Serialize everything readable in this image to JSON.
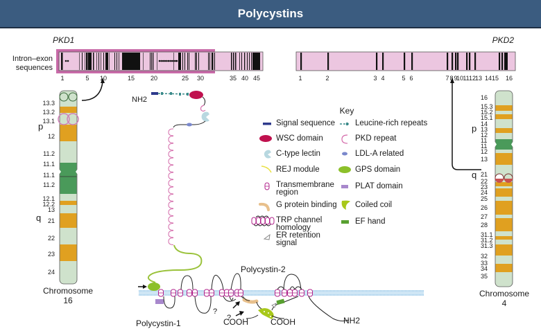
{
  "title": "Polycystins",
  "pkd1": {
    "gene_label": "PKD1",
    "row_label_line1": "Intron–exon",
    "row_label_line2": "sequences",
    "exon_ticks": [
      "1",
      "5",
      "10",
      "15",
      "20",
      "25",
      "30",
      "35",
      "40",
      "45"
    ]
  },
  "pkd2": {
    "gene_label": "PKD2",
    "exon_ticks": [
      "1",
      "2",
      "3",
      "4",
      "5",
      "6",
      "7",
      "8",
      "9",
      "10",
      "11",
      "12",
      "13",
      "14",
      "15",
      "16"
    ]
  },
  "chromosome16": {
    "label_line1": "Chromosome",
    "label_line2": "16",
    "arm_p": "p",
    "arm_q": "q",
    "bands": [
      "13.3",
      "13.2",
      "13.1",
      "12",
      "11.2",
      "11.1",
      "11.1",
      "11.2",
      "12.1",
      "12.2",
      "13",
      "21",
      "22",
      "23",
      "24"
    ]
  },
  "chromosome4": {
    "label_line1": "Chromosome",
    "label_line2": "4",
    "arm_p": "p",
    "arm_q": "q",
    "bands": [
      "16",
      "15.3",
      "15.2",
      "15.1",
      "14",
      "13",
      "12",
      "11",
      "11",
      "12",
      "13",
      "21",
      "22",
      "23",
      "24",
      "25",
      "26",
      "27",
      "28",
      "31.1",
      "31.2",
      "31.3",
      "32",
      "33",
      "34",
      "35"
    ]
  },
  "protein_labels": {
    "nh2_top": "NH2",
    "polycystin1": "Polycystin-1",
    "polycystin2": "Polycystin-2",
    "cooh1": "COOH",
    "cooh2": "COOH",
    "nh2_pc2": "NH2",
    "question1": "?",
    "question2": "?"
  },
  "key": {
    "title": "Key",
    "items": [
      {
        "label": "Signal sequence",
        "icon": "signal-sequence-icon",
        "color": "#2e3a8c"
      },
      {
        "label": "Leucine-rich repeats",
        "icon": "leucine-rich-repeats-icon",
        "color": "#3a8a8a"
      },
      {
        "label": "WSC domain",
        "icon": "wsc-domain-icon",
        "color": "#c0114e"
      },
      {
        "label": "PKD repeat",
        "icon": "pkd-repeat-icon",
        "color": "#d46aaa"
      },
      {
        "label": "C-type lectin",
        "icon": "c-type-lectin-icon",
        "color": "#b8d8e0"
      },
      {
        "label": "LDL-A related",
        "icon": "ldl-a-related-icon",
        "color": "#7a88cc"
      },
      {
        "label": "REJ module",
        "icon": "rej-module-icon",
        "color": "#e8e040"
      },
      {
        "label": "GPS domain",
        "icon": "gps-domain-icon",
        "color": "#8cc02a"
      },
      {
        "label_line1": "Transmembrane",
        "label_line2": "region",
        "icon": "transmembrane-region-icon",
        "color": "#b0208a"
      },
      {
        "label": "PLAT domain",
        "icon": "plat-domain-icon",
        "color": "#a888cc"
      },
      {
        "label": "G protein binding",
        "icon": "g-protein-binding-icon",
        "color": "#e8c08c"
      },
      {
        "label": "Coiled coil",
        "icon": "coiled-coil-icon",
        "color": "#a8c81a"
      },
      {
        "label_line1": "TRP channel",
        "label_line2": "homology",
        "icon": "trp-channel-homology-icon",
        "color": "#b0208a"
      },
      {
        "label": "EF hand",
        "icon": "ef-hand-icon",
        "color": "#58a030"
      },
      {
        "label_line1": "ER retention",
        "label_line2": "signal",
        "icon": "er-retention-signal-icon",
        "color": "#888888"
      }
    ]
  },
  "colors": {
    "header_bg": "#3b5c80",
    "gene_fill": "#ecc6e0",
    "pkd1_highlight": "#c86aa8",
    "band_light": "#cfe2cc",
    "band_orange": "#e0a020",
    "centromere_green": "#4a9a5a",
    "membrane": "#a8d0ec"
  }
}
